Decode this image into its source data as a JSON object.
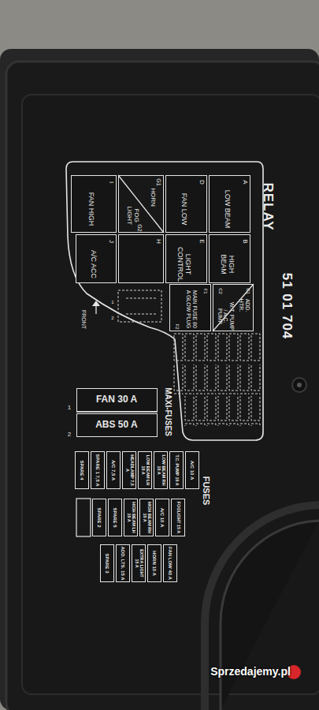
{
  "diagram": {
    "nodes": [
      {
        "text": [
          "I",
          "FAN HIGH"
        ]
      },
      {
        "text": [
          "G1",
          "HORN",
          "FOG LIGHT",
          "G2"
        ]
      },
      {
        "text": [
          "D",
          "FAN LOW"
        ]
      },
      {
        "text": [
          "A",
          "LOW BEAM"
        ]
      },
      {
        "text": [
          "J",
          "A/C ACC"
        ]
      },
      {
        "text": [
          "H"
        ]
      },
      {
        "text": [
          "E",
          "LIGHT CONTROL"
        ]
      },
      {
        "text": [
          "B",
          "HIGH BEAM"
        ]
      },
      {
        "text": [
          "F2",
          "F1",
          "MAIN FUSE 80 A GLOW PLUG"
        ]
      },
      {
        "text": [
          "C1",
          "ADD. HTR.",
          "W.T. PUMP / A.C. PUMP",
          "C2"
        ]
      },
      {
        "text": [
          "FAN 30 A"
        ]
      },
      {
        "text": [
          "ABS 50 A"
        ]
      },
      {
        "text": [
          "SPARE 4"
        ]
      },
      {
        "text": [
          "SPARE 1 7,5 A"
        ]
      },
      {
        "text": [
          "A/C 7,5 A"
        ]
      },
      {
        "text": [
          "HEADLAMP 7,5 A"
        ]
      },
      {
        "text": [
          "LOW BEAM LH 10 A"
        ]
      },
      {
        "text": [
          "LOW BEAM RH 10 A"
        ]
      },
      {
        "text": [
          "T.C. PUMP 10 A"
        ]
      },
      {
        "text": [
          "A/C 10 A"
        ]
      },
      {
        "text": [
          "SPARE 2"
        ]
      },
      {
        "text": [
          "SPARE 5"
        ]
      },
      {
        "text": [
          "HIGH BEAM LH 10 A"
        ]
      },
      {
        "text": [
          "HIGH BEAM RH 10 A"
        ]
      },
      {
        "text": [
          "A/C 10 A"
        ]
      },
      {
        "text": [
          "FOGLIGHT 15 A"
        ]
      },
      {
        "text": [
          "SPARE 3"
        ]
      },
      {
        "text": [
          "ADD. LTS. 15 A"
        ]
      },
      {
        "text": [
          "EXTRA LIGHT 15 A"
        ]
      },
      {
        "text": [
          "HORN 10 A"
        ]
      },
      {
        "text": [
          "FAN LOW 40 A"
        ]
      }
    ],
    "labels": [
      "RELAY",
      "51 01 704",
      "FRONT",
      "1",
      "2",
      "MAXI-FUSES",
      "1",
      "2",
      "FUSES",
      "Sprzedajemy.pl"
    ]
  }
}
